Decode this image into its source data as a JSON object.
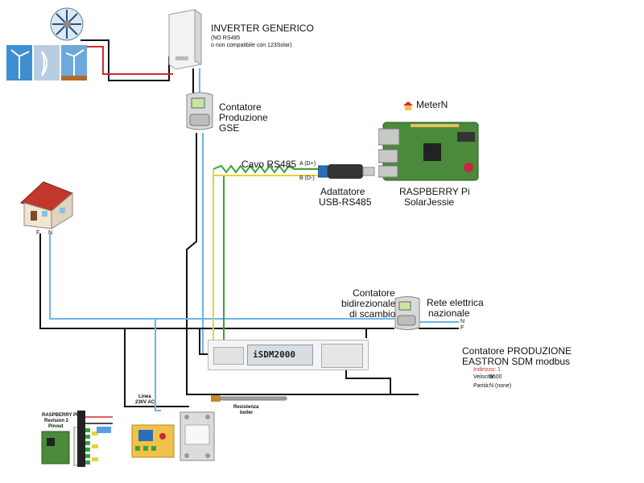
{
  "inverter": {
    "title": "INVERTER GENERICO",
    "note_line1": "(NO RS485",
    "note_line2": "o non compatibile con 123Solar)"
  },
  "production_meter": {
    "line1": "Contatore",
    "line2": "Produzione",
    "line3": "GSE"
  },
  "meter_n": {
    "label": "MeterN"
  },
  "cable": {
    "label": "Cavo RS485",
    "a_label": "A (D+)",
    "b_label": "B (D-)"
  },
  "adapter": {
    "line1": "Adattatore",
    "line2": "USB-RS485"
  },
  "raspberry": {
    "line1": "RASPBERRY Pi",
    "line2": "SolarJessie"
  },
  "house": {
    "f_label": "F",
    "n_label": "N"
  },
  "bidirectional_meter": {
    "line1": "Contatore",
    "line2": "bidirezionale",
    "line3": "di scambio"
  },
  "grid": {
    "line1": "Rete elettrica",
    "line2": "nazionale",
    "n_label": "N",
    "f_label": "F"
  },
  "sdm": {
    "title1": "Contatore PRODUZIONE",
    "title2": "EASTRON SDM modbus",
    "address": "Indirizzo: 1",
    "speed_label": "Velocità:",
    "speed_value": "9600",
    "parity_label": "Parità:",
    "parity_value": "N (none)",
    "display": "iSDM2000"
  },
  "line_ac": {
    "line1": "Linea",
    "line2": "230V AC"
  },
  "boiler": {
    "line1": "Resistenza",
    "line2": "boiler"
  },
  "rpi_board": {
    "line1": "RASPBERRY PI",
    "line2": "Revision 2",
    "line3": "Pinout"
  },
  "colors": {
    "wire_black": "#111111",
    "wire_blue": "#6cb6e8",
    "wire_red": "#d9262a",
    "wire_green": "#3aa23a",
    "wire_yellow": "#e8d23a",
    "address_red": "#e0241f"
  }
}
